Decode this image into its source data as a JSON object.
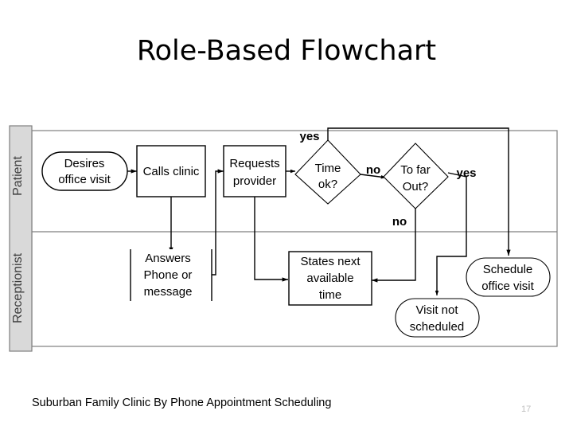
{
  "slide": {
    "title": "Role-Based Flowchart",
    "footer": "Suburban Family Clinic By Phone Appointment Scheduling",
    "page_number": "17"
  },
  "colors": {
    "background": "#ffffff",
    "text": "#000000",
    "lane_header_fill": "#d9d9d9",
    "lane_border": "#7f7f7f",
    "shape_stroke": "#000000",
    "shape_fill": "#ffffff",
    "page_number": "#bfbfbf",
    "lane_label_text": "#3d3d3d"
  },
  "diagram": {
    "type": "swimlane-flowchart",
    "lanes": [
      {
        "id": "patient",
        "label": "Patient"
      },
      {
        "id": "receptionist",
        "label": "Receptionist"
      }
    ],
    "nodes": [
      {
        "id": "desires-office-visit",
        "shape": "terminator",
        "lane": "patient",
        "line1": "Desires",
        "line2": "office visit"
      },
      {
        "id": "calls-clinic",
        "shape": "process",
        "lane": "patient",
        "line1": "Calls clinic",
        "line2": ""
      },
      {
        "id": "requests-provider",
        "shape": "process",
        "lane": "patient",
        "line1": "Requests",
        "line2": "provider"
      },
      {
        "id": "time-ok",
        "shape": "decision",
        "lane": "patient",
        "line1": "Time",
        "line2": "ok?"
      },
      {
        "id": "to-far-out",
        "shape": "decision",
        "lane": "patient",
        "line1": "To far",
        "line2": "Out?"
      },
      {
        "id": "answers-phone",
        "shape": "predefined-process",
        "lane": "receptionist",
        "line1": "Answers",
        "line2": "Phone or",
        "line3": "message"
      },
      {
        "id": "states-next-time",
        "shape": "process",
        "lane": "receptionist",
        "line1": "States next",
        "line2": "available",
        "line3": "time"
      },
      {
        "id": "visit-not-scheduled",
        "shape": "terminator",
        "lane": "receptionist",
        "line1": "Visit not",
        "line2": "scheduled"
      },
      {
        "id": "schedule-office-visit",
        "shape": "terminator",
        "lane": "receptionist",
        "line1": "Schedule",
        "line2": "office visit"
      }
    ],
    "branch_labels": [
      {
        "id": "time-ok-yes",
        "text": "yes",
        "from": "time-ok"
      },
      {
        "id": "time-ok-no",
        "text": "no",
        "from": "time-ok"
      },
      {
        "id": "to-far-out-yes",
        "text": "yes",
        "from": "to-far-out"
      },
      {
        "id": "to-far-out-no",
        "text": "no",
        "from": "to-far-out"
      }
    ],
    "edges": [
      {
        "from": "desires-office-visit",
        "to": "calls-clinic",
        "label": ""
      },
      {
        "from": "calls-clinic",
        "to": "answers-phone",
        "label": ""
      },
      {
        "from": "answers-phone",
        "to": "requests-provider",
        "label": ""
      },
      {
        "from": "requests-provider",
        "to": "states-next-time",
        "label": ""
      },
      {
        "from": "requests-provider",
        "to": "time-ok",
        "label": ""
      },
      {
        "from": "time-ok",
        "to": "schedule-office-visit",
        "label": "yes"
      },
      {
        "from": "time-ok",
        "to": "to-far-out",
        "label": "no"
      },
      {
        "from": "to-far-out",
        "to": "visit-not-scheduled",
        "label": "yes"
      },
      {
        "from": "to-far-out",
        "to": "states-next-time",
        "label": "no"
      }
    ]
  }
}
